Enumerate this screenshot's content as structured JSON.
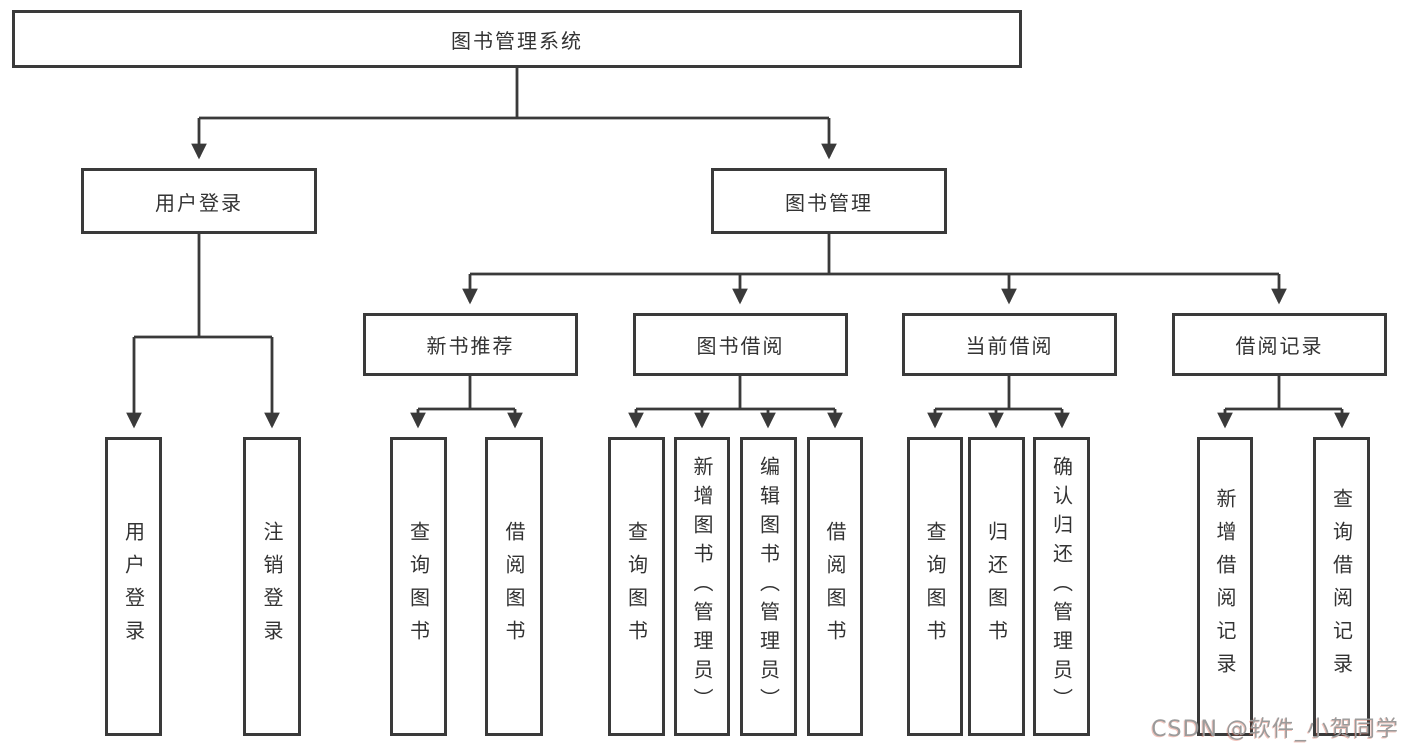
{
  "diagram": {
    "root": {
      "label": "图书管理系统"
    },
    "branches": [
      {
        "label": "用户登录",
        "leaves": [
          "用户登录",
          "注销登录"
        ]
      },
      {
        "label": "图书管理",
        "groups": [
          {
            "label": "新书推荐",
            "leaves": [
              "查询图书",
              "借阅图书"
            ]
          },
          {
            "label": "图书借阅",
            "leaves": [
              "查询图书",
              "新增图书（管理员）",
              "编辑图书（管理员）",
              "借阅图书"
            ]
          },
          {
            "label": "当前借阅",
            "leaves": [
              "查询图书",
              "归还图书",
              "确认归还（管理员）"
            ]
          },
          {
            "label": "借阅记录",
            "leaves": [
              "新增借阅记录",
              "查询借阅记录"
            ]
          }
        ]
      }
    ]
  },
  "watermark": {
    "text": "CSDN @软件_小贺同学"
  },
  "colors": {
    "line": "#3a3a3a",
    "box_fill": "#ffffff",
    "text": "#333333",
    "watermark": "#9b9b9b"
  }
}
